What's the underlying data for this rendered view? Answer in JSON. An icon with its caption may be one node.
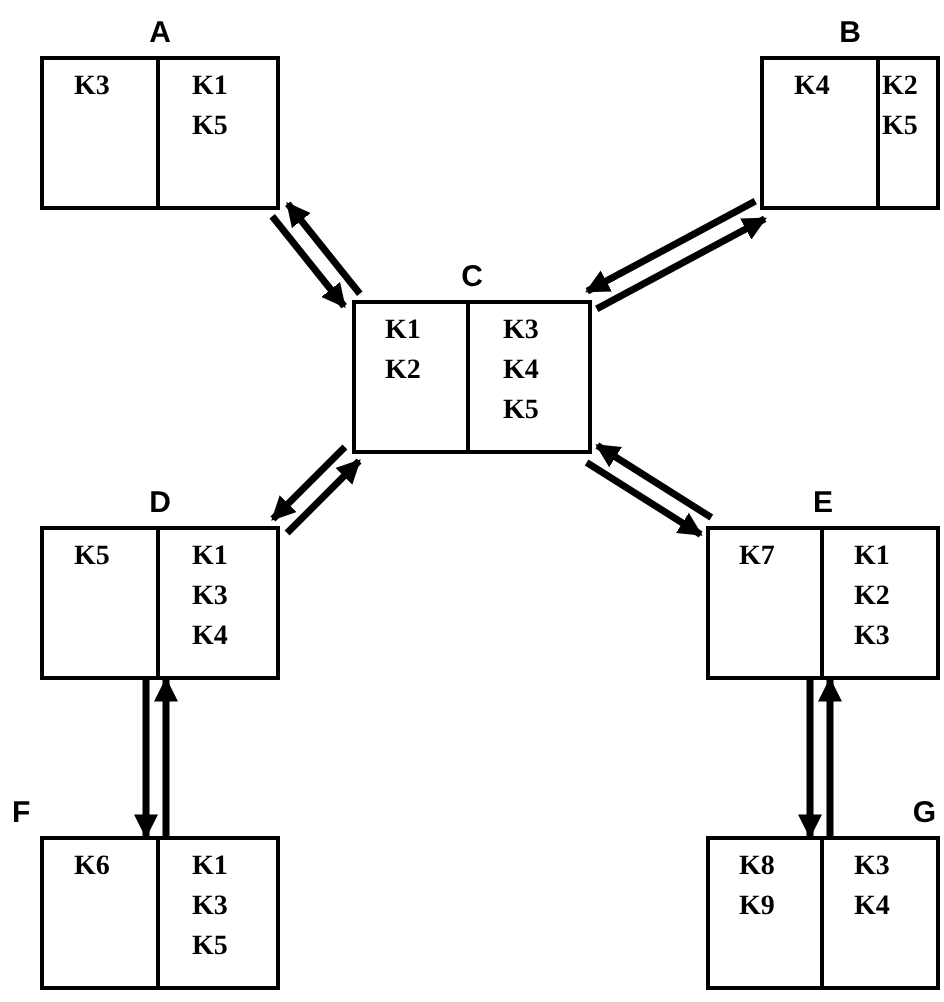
{
  "diagram": {
    "nodes": [
      {
        "text": [
          "A",
          "K3",
          "K1 K5"
        ]
      },
      {
        "text": [
          "B",
          "K4",
          "K2 K5"
        ]
      },
      {
        "text": [
          "C",
          "K1 K2",
          "K3 K4 K5"
        ]
      },
      {
        "text": [
          "D",
          "K5",
          "K1 K3 K4"
        ]
      },
      {
        "text": [
          "E",
          "K7",
          "K1 K2 K3"
        ]
      },
      {
        "text": [
          "F",
          "K6",
          "K1 K3 K5"
        ]
      },
      {
        "text": [
          "G",
          "K8 K9",
          "K3 K4"
        ]
      }
    ],
    "edges": [
      {
        "from": 0,
        "to": 2,
        "arrow": "to"
      },
      {
        "from": 2,
        "to": 0,
        "arrow": "to"
      },
      {
        "from": 1,
        "to": 2,
        "arrow": "to"
      },
      {
        "from": 2,
        "to": 1,
        "arrow": "to"
      },
      {
        "from": 2,
        "to": 3,
        "arrow": "to"
      },
      {
        "from": 3,
        "to": 2,
        "arrow": "to"
      },
      {
        "from": 2,
        "to": 4,
        "arrow": "to"
      },
      {
        "from": 4,
        "to": 2,
        "arrow": "to"
      },
      {
        "from": 3,
        "to": 5,
        "arrow": "to"
      },
      {
        "from": 5,
        "to": 3,
        "arrow": "to"
      },
      {
        "from": 4,
        "to": 6,
        "arrow": "to"
      },
      {
        "from": 6,
        "to": 4,
        "arrow": "to"
      }
    ]
  }
}
